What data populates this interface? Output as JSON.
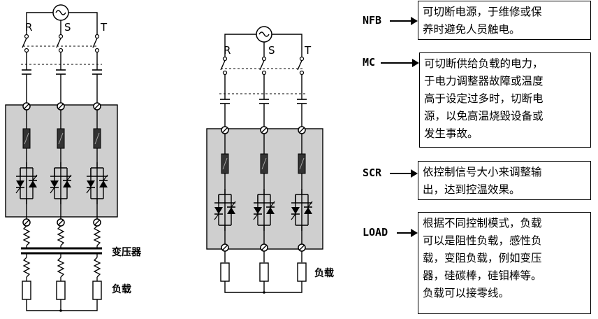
{
  "diagram_left": {
    "phases": [
      "R",
      "S",
      "T"
    ],
    "transformer_label": "变压器",
    "load_label": "负载"
  },
  "diagram_right": {
    "phases": [
      "R",
      "S",
      "T"
    ],
    "load_label": "负载"
  },
  "legend": {
    "nfb": {
      "label": "NFB",
      "lines": [
        "可切断电源，于维修或保",
        "养时避免人员触电。"
      ]
    },
    "mc": {
      "label": "MC",
      "lines": [
        "可切断供给负载的电力，",
        "于电力调整器故障或温度",
        "高于设定过多时，切断电",
        "源，以免高温烧毁设备或",
        "发生事故。"
      ]
    },
    "scr": {
      "label": "SCR",
      "lines": [
        "依控制信号大小来调整输",
        "出，达到控温效果。"
      ]
    },
    "load": {
      "label": "LOAD",
      "lines": [
        "根据不同控制模式，负载",
        "可以是阻性负载，感性负",
        "载，变阻负载，例如变压",
        "器，硅碳棒，硅钼棒等。",
        "负载可以接零线。"
      ]
    }
  },
  "colors": {
    "panel_fill": "#cfcfcf",
    "line": "#000000"
  }
}
